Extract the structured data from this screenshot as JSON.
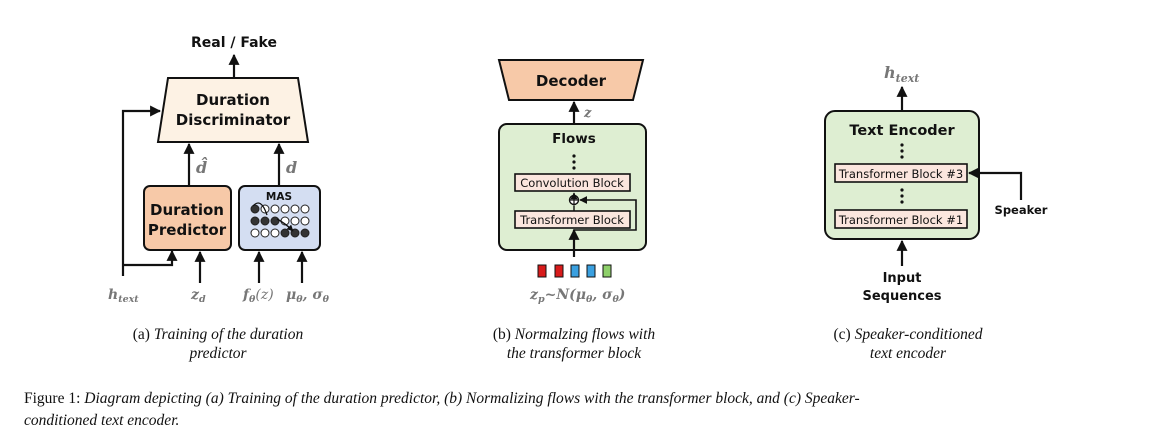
{
  "panel_a": {
    "real_fake": "Real / Fake",
    "discriminator_line1": "Duration",
    "discriminator_line2": "Discriminator",
    "predictor_line1": "Duration",
    "predictor_line2": "Predictor",
    "mas_label": "MAS",
    "d_hat": "d̂",
    "d": "d",
    "inputs": {
      "h_text": "h",
      "h_text_sub": "text",
      "z_d": "z",
      "z_d_sub": "d",
      "f_theta": "f",
      "f_theta_sub": "θ",
      "f_theta_arg": "(z)",
      "mu_sigma": "μ",
      "mu_sub": "θ",
      "sigma": ", σ",
      "sigma_sub": "θ"
    },
    "caption_prefix": "(a) ",
    "caption_line1": "Training of the duration",
    "caption_line2": "predictor"
  },
  "panel_b": {
    "decoder": "Decoder",
    "z": "z",
    "flows": "Flows",
    "conv_block": "Convolution Block",
    "transformer_block": "Transformer Block",
    "bottom_label": "z",
    "bottom_sub": "p",
    "bottom_rest": "~N(μ",
    "bottom_rest_sub": "θ",
    "bottom_rest2": ", σ",
    "bottom_rest2_sub": "θ",
    "bottom_close": ")",
    "caption_prefix": "(b) ",
    "caption_line1": "Normalzing flows with",
    "caption_line2": "the transformer block"
  },
  "panel_c": {
    "h_text": "h",
    "h_text_sub": "text",
    "text_encoder": "Text Encoder",
    "block3": "Transformer Block #3",
    "block1": "Transformer Block #1",
    "speaker": "Speaker",
    "input_line1": "Input",
    "input_line2": "Sequences",
    "caption_prefix": "(c) ",
    "caption_line1": "Speaker-conditioned",
    "caption_line2": "text encoder"
  },
  "figure_caption": {
    "prefix": "Figure 1: ",
    "line1": "Diagram depicting (a) Training of the duration predictor, (b) Normalizing flows with the transformer block, and (c) Speaker-",
    "line2": "conditioned text encoder."
  },
  "colors": {
    "discriminator_fill": "#fdf2e4",
    "predictor_fill": "#f7c9a8",
    "mas_fill": "#d4def2",
    "flows_fill": "#deeed2",
    "decoder_fill": "#f7c9a8",
    "block_fill": "#fbe6de",
    "encoder_fill": "#deeed2",
    "token_red": "#d81b1b",
    "token_blue": "#3aa0e0",
    "token_green": "#8ed06a"
  }
}
